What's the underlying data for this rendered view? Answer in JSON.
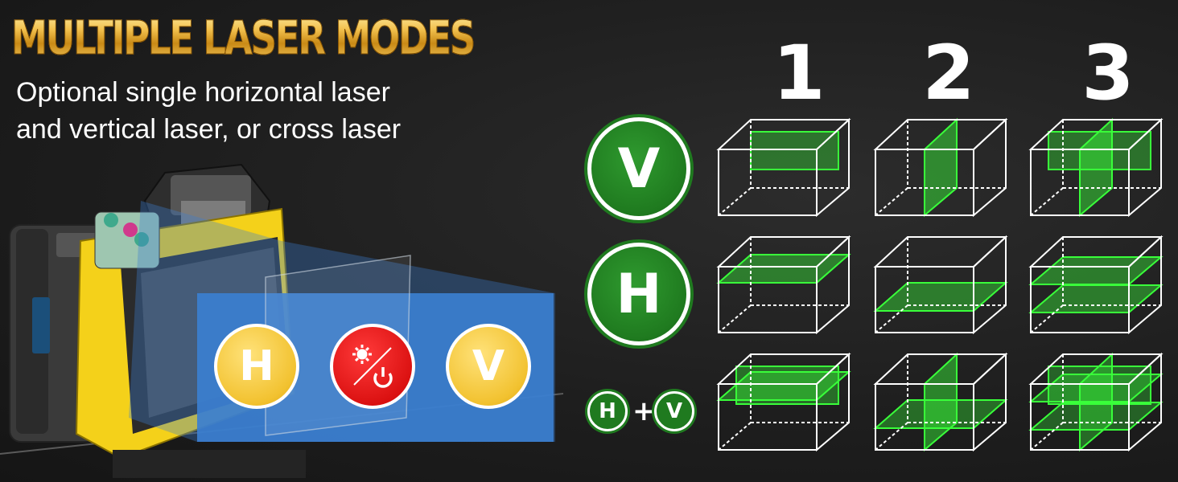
{
  "title": "MULTIPLE LASER MODES",
  "subtitle": {
    "line1": "Optional single horizontal laser",
    "line2": "and vertical laser, or cross laser"
  },
  "device": {
    "panel_buttons": [
      {
        "name": "h-button",
        "label": "H",
        "color": "#f2c230"
      },
      {
        "name": "power-laser-button",
        "label": "",
        "color": "#d90f0f",
        "icon": "laser-power-icon"
      },
      {
        "name": "v-button",
        "label": "V",
        "color": "#f2c230"
      }
    ]
  },
  "grid": {
    "columns": [
      "1",
      "2",
      "3"
    ],
    "rows": [
      {
        "key": "v",
        "label": "V",
        "icon": "v-mode-icon",
        "cubes": [
          "vertical-front-plane",
          "vertical-side-plane",
          "vertical-cross-planes"
        ]
      },
      {
        "key": "h",
        "label": "H",
        "icon": "h-mode-icon",
        "cubes": [
          "horizontal-top-plane",
          "horizontal-low-plane",
          "horizontal-double-planes"
        ]
      },
      {
        "key": "hv",
        "label_h": "H",
        "plus": "+",
        "label_v": "V",
        "icon": "hv-mode-icon",
        "cubes": [
          "cross-front",
          "cross-side",
          "cross-full"
        ]
      }
    ]
  },
  "colors": {
    "background": "#1c1c1c",
    "laser_green": "#39ff3a",
    "mode_green": "#1f7a1f",
    "button_yellow": "#f2c230",
    "button_red": "#d90f0f",
    "panel_blue": "#3b7fd0",
    "body_yellow": "#f4d11a"
  }
}
